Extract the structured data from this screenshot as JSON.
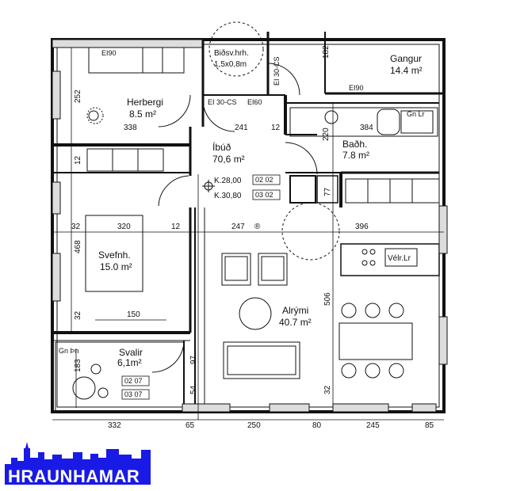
{
  "rooms": {
    "herbergi": {
      "name": "Herbergi",
      "area": "8.5 m²"
    },
    "ibud": {
      "name": "Íbúð",
      "area": "70,6 m²"
    },
    "svefnh": {
      "name": "Svefnh.",
      "area": "15.0 m²"
    },
    "svalir": {
      "name": "Svalir",
      "area": "6,1m²"
    },
    "bath": {
      "name": "Baðh.",
      "area": "7.8 m²"
    },
    "alrymi": {
      "name": "Alrými",
      "area": "40.7 m²"
    },
    "gangur": {
      "name": "Gangur",
      "area": "14.4 m²"
    },
    "bidsv": {
      "name": "Biðsv.hrh.",
      "area": "1,5x0,8m"
    }
  },
  "codes": {
    "k28": "K.28,00",
    "k30": "K.30,80",
    "box_0202": "02 02",
    "box_0302": "03 02",
    "box_0207": "02 07",
    "box_0307": "03 07"
  },
  "tags": {
    "ei90_top": "EI90",
    "ei90_right": "EI90",
    "ei30cs_vertical": "EI 30-CS",
    "ei30cs": "EI 30-CS",
    "ei60": "EI60",
    "gn_lr_bath": "Gn Lr",
    "velr_lr": "Vélr.Lr",
    "gn_dn": "Gn Þn",
    "r_symbol": "®"
  },
  "dimensions": {
    "d182": "182",
    "d252": "252",
    "d338": "338",
    "d241": "241",
    "d12a": "12",
    "d384": "384",
    "d220": "220",
    "d12b": "12",
    "d77": "77",
    "d32a": "32",
    "d320": "320",
    "d12c": "12",
    "d247": "247",
    "d396": "396",
    "d468": "468",
    "d506": "506",
    "d32b": "32",
    "d150": "150",
    "d183": "183",
    "d97": "97",
    "d54": "54",
    "d32c": "32",
    "b332": "332",
    "b65": "65",
    "b250": "250",
    "b80": "80",
    "b245": "245",
    "b85": "85"
  },
  "logo": {
    "text": "HRAUNHAMAR",
    "color": "#1a1ae6"
  }
}
